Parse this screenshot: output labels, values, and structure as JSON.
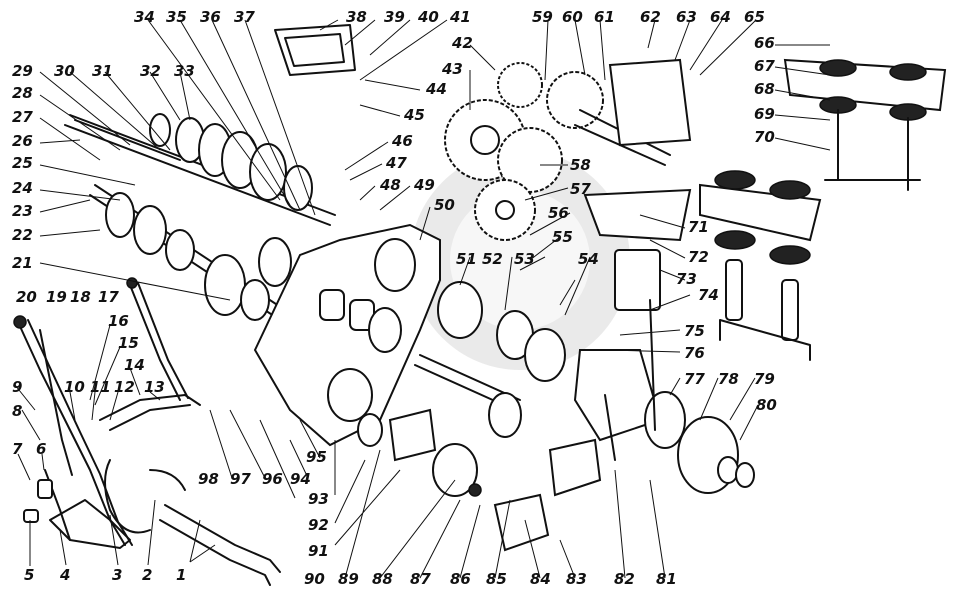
{
  "diagram": {
    "kind": "exploded-assembly-drawing",
    "ink_color": "#111111",
    "paper_color": "#ffffff",
    "callouts": [
      "1",
      "2",
      "3",
      "4",
      "5",
      "6",
      "7",
      "8",
      "9",
      "10",
      "11",
      "12",
      "13",
      "14",
      "15",
      "16",
      "17",
      "18",
      "19",
      "20",
      "21",
      "22",
      "23",
      "24",
      "25",
      "26",
      "27",
      "28",
      "29",
      "30",
      "31",
      "32",
      "33",
      "34",
      "35",
      "36",
      "37",
      "38",
      "39",
      "40",
      "41",
      "42",
      "43",
      "44",
      "45",
      "46",
      "47",
      "48",
      "49",
      "50",
      "51",
      "52",
      "53",
      "54",
      "55",
      "56",
      "57",
      "58",
      "59",
      "60",
      "61",
      "62",
      "63",
      "64",
      "65",
      "66",
      "67",
      "68",
      "69",
      "70",
      "71",
      "72",
      "73",
      "74",
      "75",
      "76",
      "77",
      "78",
      "79",
      "80",
      "81",
      "82",
      "83",
      "84",
      "85",
      "86",
      "87",
      "88",
      "89",
      "90",
      "91",
      "92",
      "93",
      "94",
      "95",
      "96",
      "97",
      "98"
    ]
  }
}
